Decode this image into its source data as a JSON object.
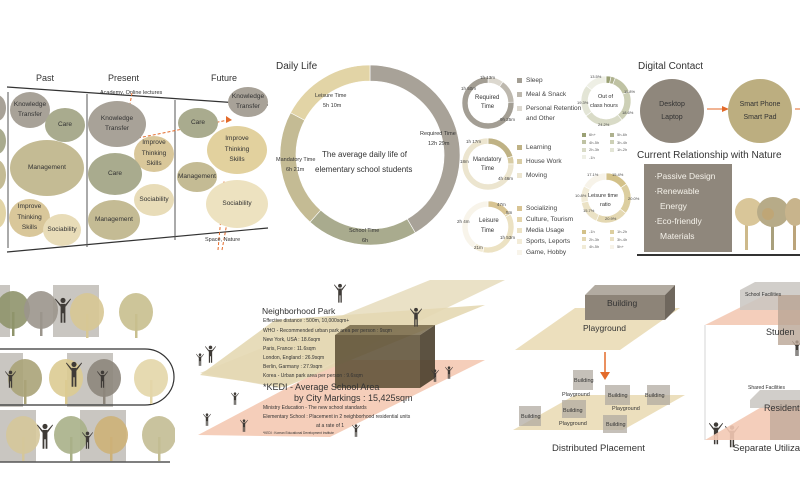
{
  "timeline": {
    "columns": [
      "Past",
      "Present",
      "Future"
    ],
    "past": [
      "Knowledge Transfer",
      "Care",
      "Management",
      "Improve Thinking Skills",
      "Sociability"
    ],
    "present": [
      "Knowledge Transfer",
      "Improve Thinking Skills",
      "Care",
      "Sociability",
      "Management"
    ],
    "future": [
      "Knowledge Transfer",
      "Care",
      "Improve Thinking Skills",
      "Management",
      "Sociability"
    ],
    "annotation_top": "Academy, Online lectures",
    "annotation_bottom": "Space, Nature"
  },
  "daily_life": {
    "title": "Daily Life",
    "center_line1": "The average daily life of",
    "center_line2": "elementary school students",
    "segments": [
      {
        "label": "Required Time",
        "value": "12h 29m",
        "minutes": 749,
        "color": "#a8a298"
      },
      {
        "label": "School Time",
        "value": "6h",
        "minutes": 360,
        "color": "#a9ab8e"
      },
      {
        "label": "Mandatory Time",
        "value": "6h 21m",
        "minutes": 381,
        "color": "#c4bb94"
      },
      {
        "label": "Leisure Time",
        "value": "5h 10m",
        "minutes": 310,
        "color": "#e2d4a6"
      }
    ]
  },
  "small_donuts": [
    {
      "title1": "Required",
      "title2": "Time",
      "labels": [
        "1h 13m",
        "1h 50m",
        "9h 25m"
      ],
      "legend": [
        {
          "label": "Sleep",
          "color": "#a39e94"
        },
        {
          "label": "Meal & Snack",
          "color": "#bdb8ae"
        },
        {
          "label": "Personal Retention",
          "color": "#dcd8cf"
        },
        {
          "label": "and Other",
          "color": null
        }
      ]
    },
    {
      "title1": "Mandatory",
      "title2": "Time",
      "labels": [
        "1h 17m",
        "18m",
        "4h 46m"
      ],
      "legend": [
        {
          "label": "Learning",
          "color": "#bfb285"
        },
        {
          "label": "House Work",
          "color": "#d8cca4"
        },
        {
          "label": "Moving",
          "color": "#ece5cf"
        }
      ]
    },
    {
      "title1": "Leisure",
      "title2": "Time",
      "labels": [
        "47m",
        "5m",
        "1h 53m",
        "21m",
        "2h 4m"
      ],
      "legend": [
        {
          "label": "Socializing",
          "color": "#d8c493"
        },
        {
          "label": "Culture, Tourism",
          "color": "#e4d5ab"
        },
        {
          "label": "Media Usage",
          "color": "#ece2c3"
        },
        {
          "label": "Sports, Leports",
          "color": "#f3ecd8"
        },
        {
          "label": "Game, Hobby",
          "color": "#f8f4ea"
        }
      ]
    }
  ],
  "class_hours": {
    "title1": "Out of",
    "title2": "class hours",
    "labels": [
      "13.5%",
      "3%",
      "2.7%",
      "11.8%",
      "18.6%",
      "24.2%",
      "19.3%"
    ],
    "legend": [
      "6h+",
      "5h-6h",
      "4h-5h",
      "3h-4h",
      "2h-3h",
      "1h-2h",
      "-1h"
    ]
  },
  "leisure_ratio": {
    "title1": "Leisure time",
    "title2": "ratio",
    "labels": [
      "17.1%",
      "15.4%",
      "20.0%",
      "20.9%",
      "15.7%",
      "10.8%"
    ],
    "legend": [
      "-1h",
      "1h-2h",
      "2h-3h",
      "3h-4h",
      "4h-5h",
      "5h+"
    ]
  },
  "digital_contact": {
    "title": "Digital Contact",
    "circle1": [
      "Desktop",
      "Laptop"
    ],
    "circle2": [
      "Smart Phone",
      "Smart Pad"
    ]
  },
  "nature": {
    "title": "Current Relationship with Nature",
    "items": [
      "·Passive Design",
      "·Renewable",
      "Energy",
      "·Eco-friendly",
      "Materials"
    ]
  },
  "park": {
    "title": "Neighborhood Park",
    "subtitle": "Effective distance : 500m, 10,000sqm+",
    "lines": [
      "WHO - Recommended urban park area per person : 9sqm",
      "New York, USA : 18.6sqm",
      "Paris, France : 11.6sqm",
      "London, England : 26.9sqm",
      "Berlin, Garmany : 27.9sqm",
      "Korea - Urban park area per person : 9.6sqm"
    ],
    "kedi_title1": "*KEDI - Average School Area",
    "kedi_title2": "by City Markings : 15,425sqm",
    "kedi_lines": [
      "Ministry Education - The new school standards",
      "Elementary School : Placement in 2 neighborhood residential units",
      "at a rate of 1"
    ],
    "footnote": "*KEDI : Korean Educational Development Institute"
  },
  "distributed": {
    "top_building": "Building",
    "top_playground": "Playground",
    "buildings": [
      "Building",
      "Building",
      "Building",
      "Building",
      "Building",
      "Building"
    ],
    "playgrounds": [
      "Playground",
      "Playground",
      "Playground"
    ],
    "caption": "Distributed Placement"
  },
  "separate": {
    "school_facilities": "School Facilities",
    "student": "Studen",
    "shared": "Shared Facilities",
    "resident": "Resident",
    "caption": "Separate Utiliza"
  }
}
